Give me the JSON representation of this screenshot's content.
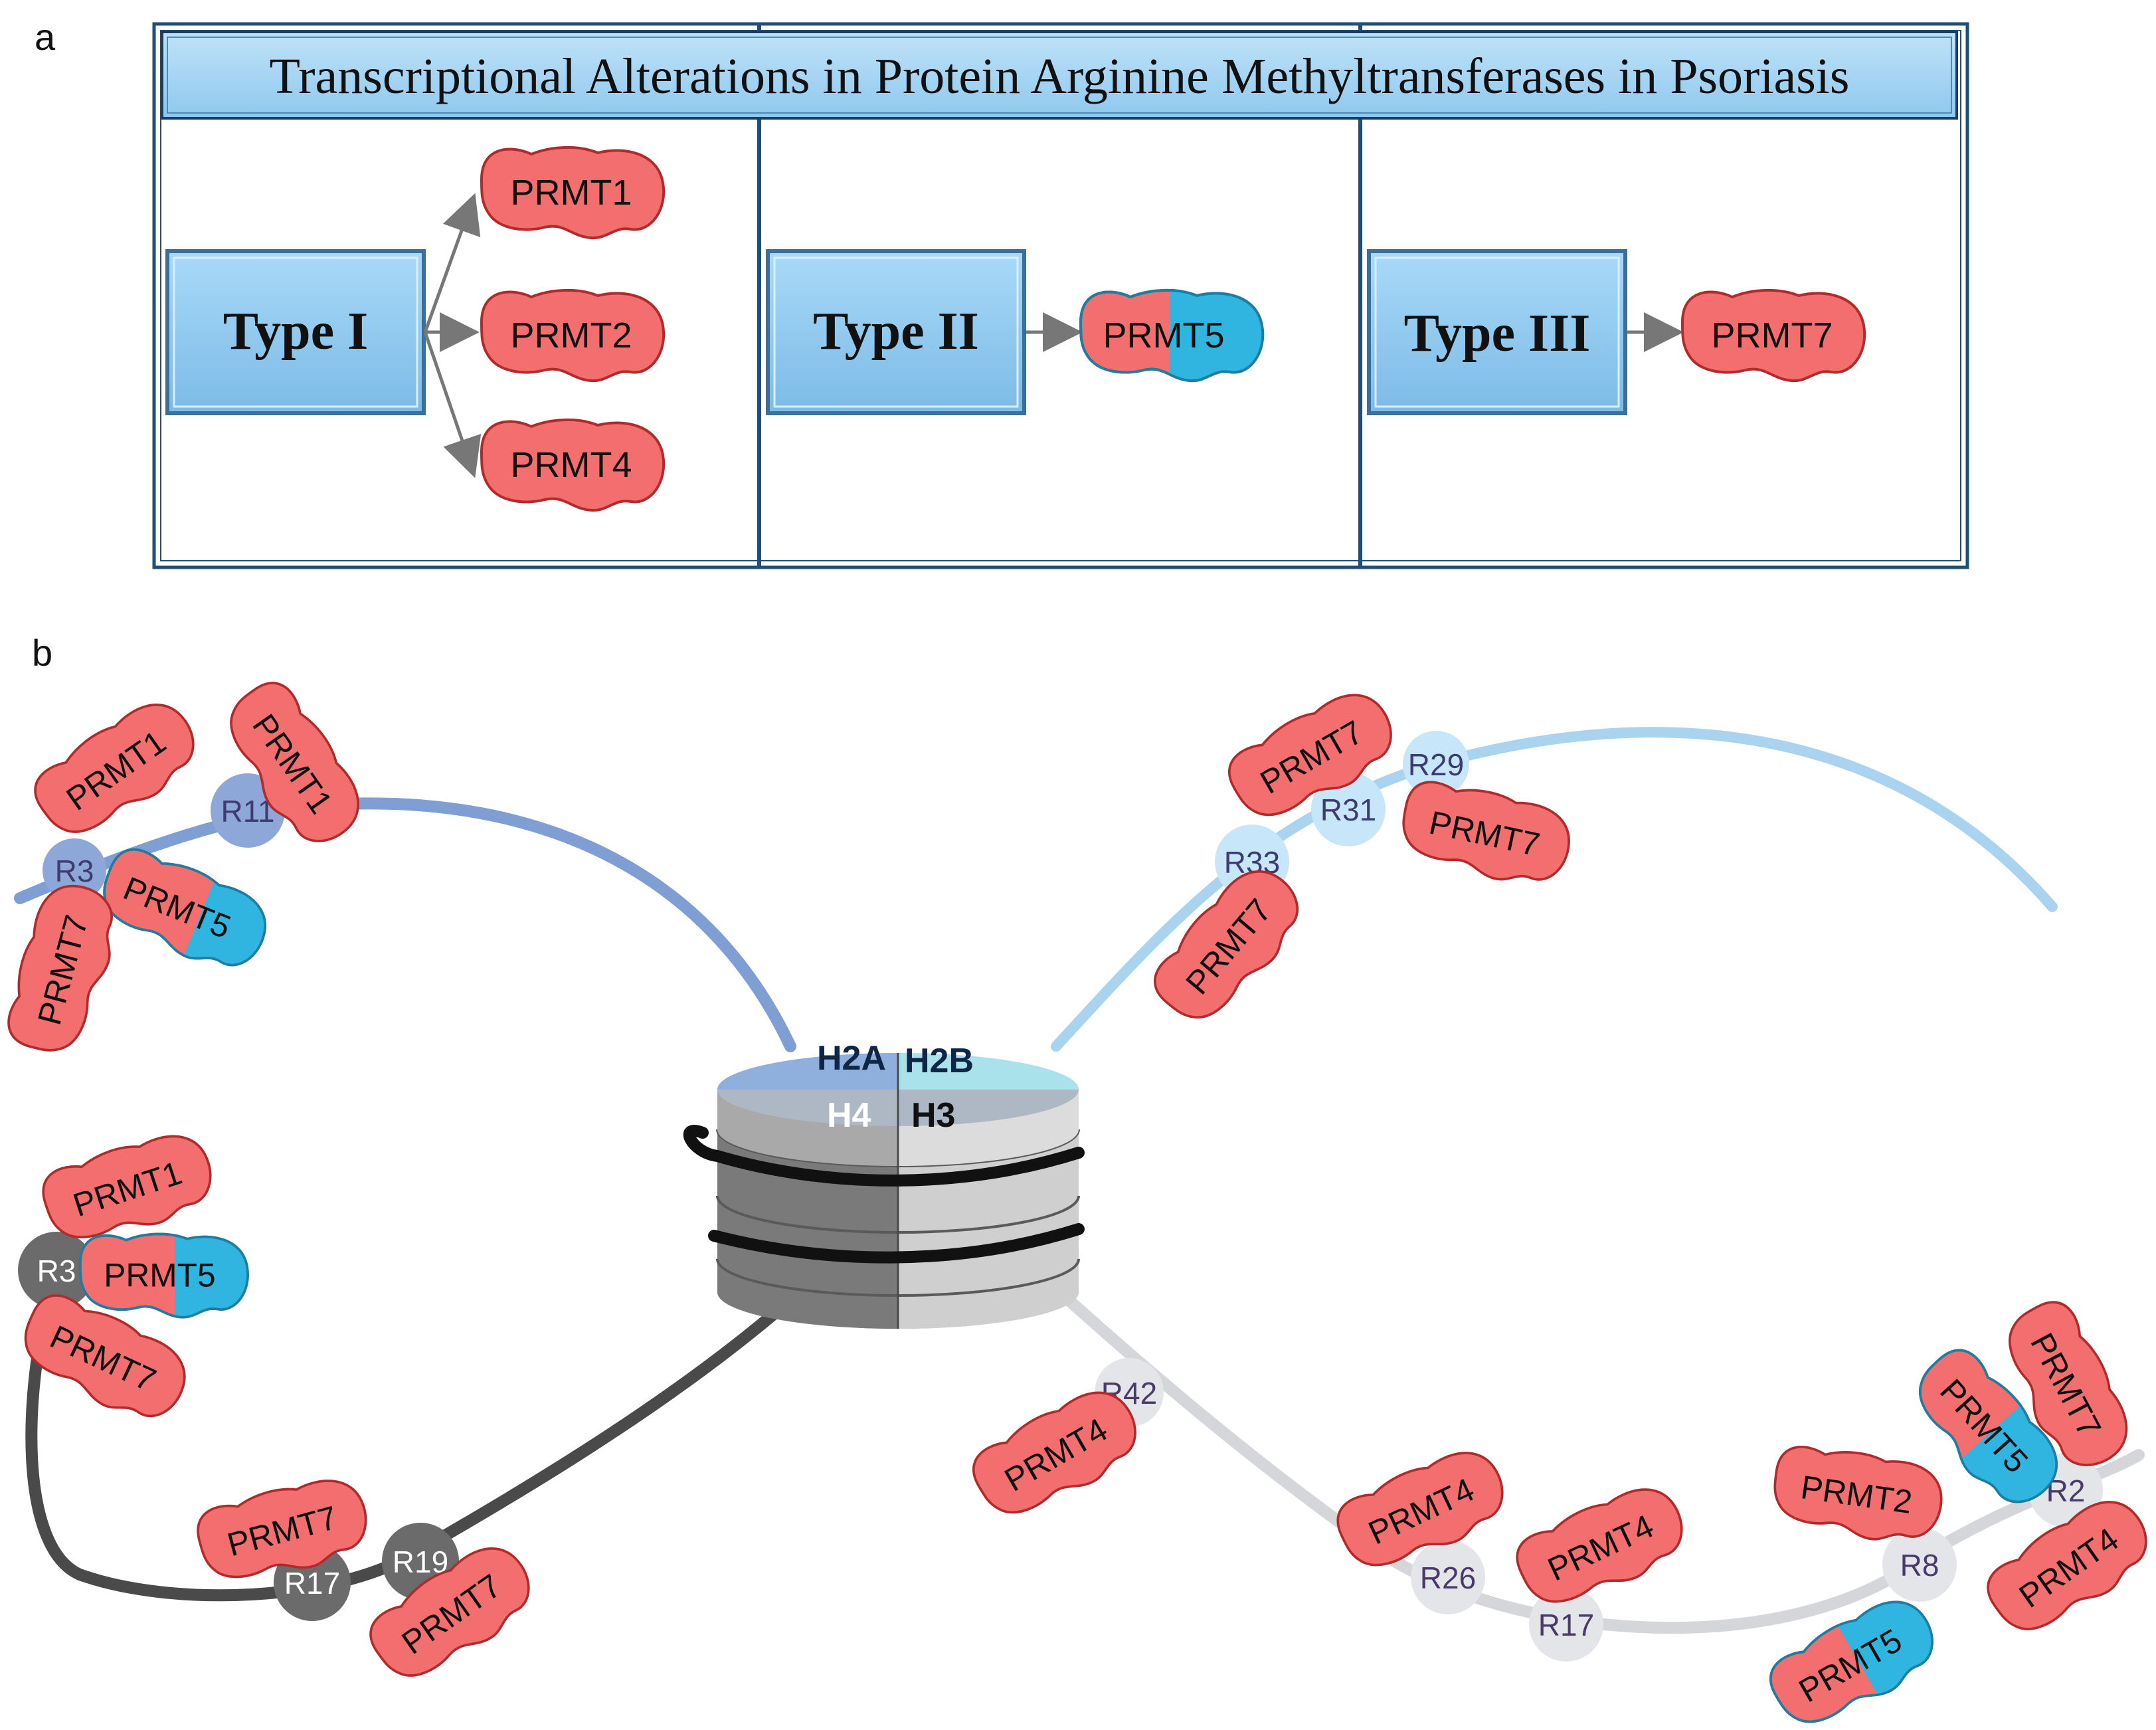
{
  "panels": {
    "a": "a",
    "b": "b"
  },
  "panel_a": {
    "title": "Transcriptional Alterations in Protein Arginine Methyltransferases in Psoriasis",
    "types": [
      {
        "label": "Type I",
        "enzymes": [
          "PRMT1",
          "PRMT2",
          "PRMT4"
        ]
      },
      {
        "label": "Type II",
        "enzymes": [
          "PRMT5"
        ]
      },
      {
        "label": "Type III",
        "enzymes": [
          "PRMT7"
        ]
      }
    ]
  },
  "panel_b": {
    "histones": [
      "H2A",
      "H2B",
      "H4",
      "H3"
    ],
    "tails": [
      {
        "histone": "H2A",
        "color": "#7f9fd4",
        "sites": [
          {
            "label": "R3",
            "enzymes": [
              "PRMT1",
              "PRMT5",
              "PRMT7"
            ]
          },
          {
            "label": "R11",
            "enzymes": [
              "PRMT1"
            ]
          }
        ]
      },
      {
        "histone": "H2B",
        "color": "#a9d3ef",
        "sites": [
          {
            "label": "R29",
            "enzymes": [
              "PRMT7"
            ]
          },
          {
            "label": "R31",
            "enzymes": [
              "PRMT7"
            ]
          },
          {
            "label": "R33",
            "enzymes": [
              "PRMT7"
            ]
          }
        ]
      },
      {
        "histone": "H4",
        "color": "#4a4a4a",
        "sites": [
          {
            "label": "R3",
            "enzymes": [
              "PRMT1",
              "PRMT5",
              "PRMT7"
            ]
          },
          {
            "label": "R17",
            "enzymes": [
              "PRMT7"
            ]
          },
          {
            "label": "R19",
            "enzymes": [
              "PRMT7"
            ]
          }
        ]
      },
      {
        "histone": "H3",
        "color": "#d4d6da",
        "sites": [
          {
            "label": "R42",
            "enzymes": [
              "PRMT4"
            ]
          },
          {
            "label": "R26",
            "enzymes": [
              "PRMT4"
            ]
          },
          {
            "label": "R17",
            "enzymes": [
              "PRMT4"
            ]
          },
          {
            "label": "R8",
            "enzymes": [
              "PRMT2",
              "PRMT5"
            ]
          },
          {
            "label": "R2",
            "enzymes": [
              "PRMT4",
              "PRMT5",
              "PRMT7"
            ]
          }
        ]
      }
    ]
  },
  "colors": {
    "type_box": "#8fc9ef",
    "title_bar": "#a6d4f3",
    "enzyme_red": "#f36f6f",
    "enzyme_blue": "#2fb5e0",
    "panel_border": "#1f4f78"
  }
}
